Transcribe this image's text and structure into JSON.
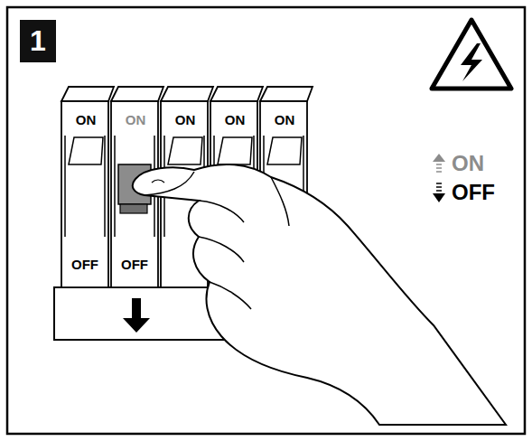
{
  "diagram": {
    "nodes": [
      {
        "text": [
          "1"
        ]
      }
    ],
    "labels": [
      "ON",
      "ON",
      "ON",
      "ON",
      "ON",
      "OFF",
      "OFF"
    ],
    "legend": [
      {
        "text": "ON"
      },
      {
        "text": "OFF"
      }
    ]
  }
}
